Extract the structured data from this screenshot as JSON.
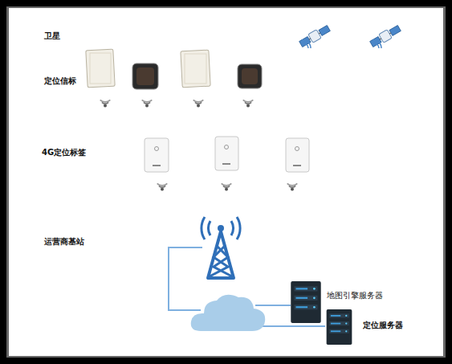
{
  "diagram": {
    "nodes": [
      {
        "text": [
          "地图引擎服务器"
        ]
      },
      {
        "text": [
          "定位服务器"
        ]
      }
    ],
    "labels": [
      "卫星",
      "定位信标",
      "4G定位标签",
      "运营商基站"
    ]
  }
}
